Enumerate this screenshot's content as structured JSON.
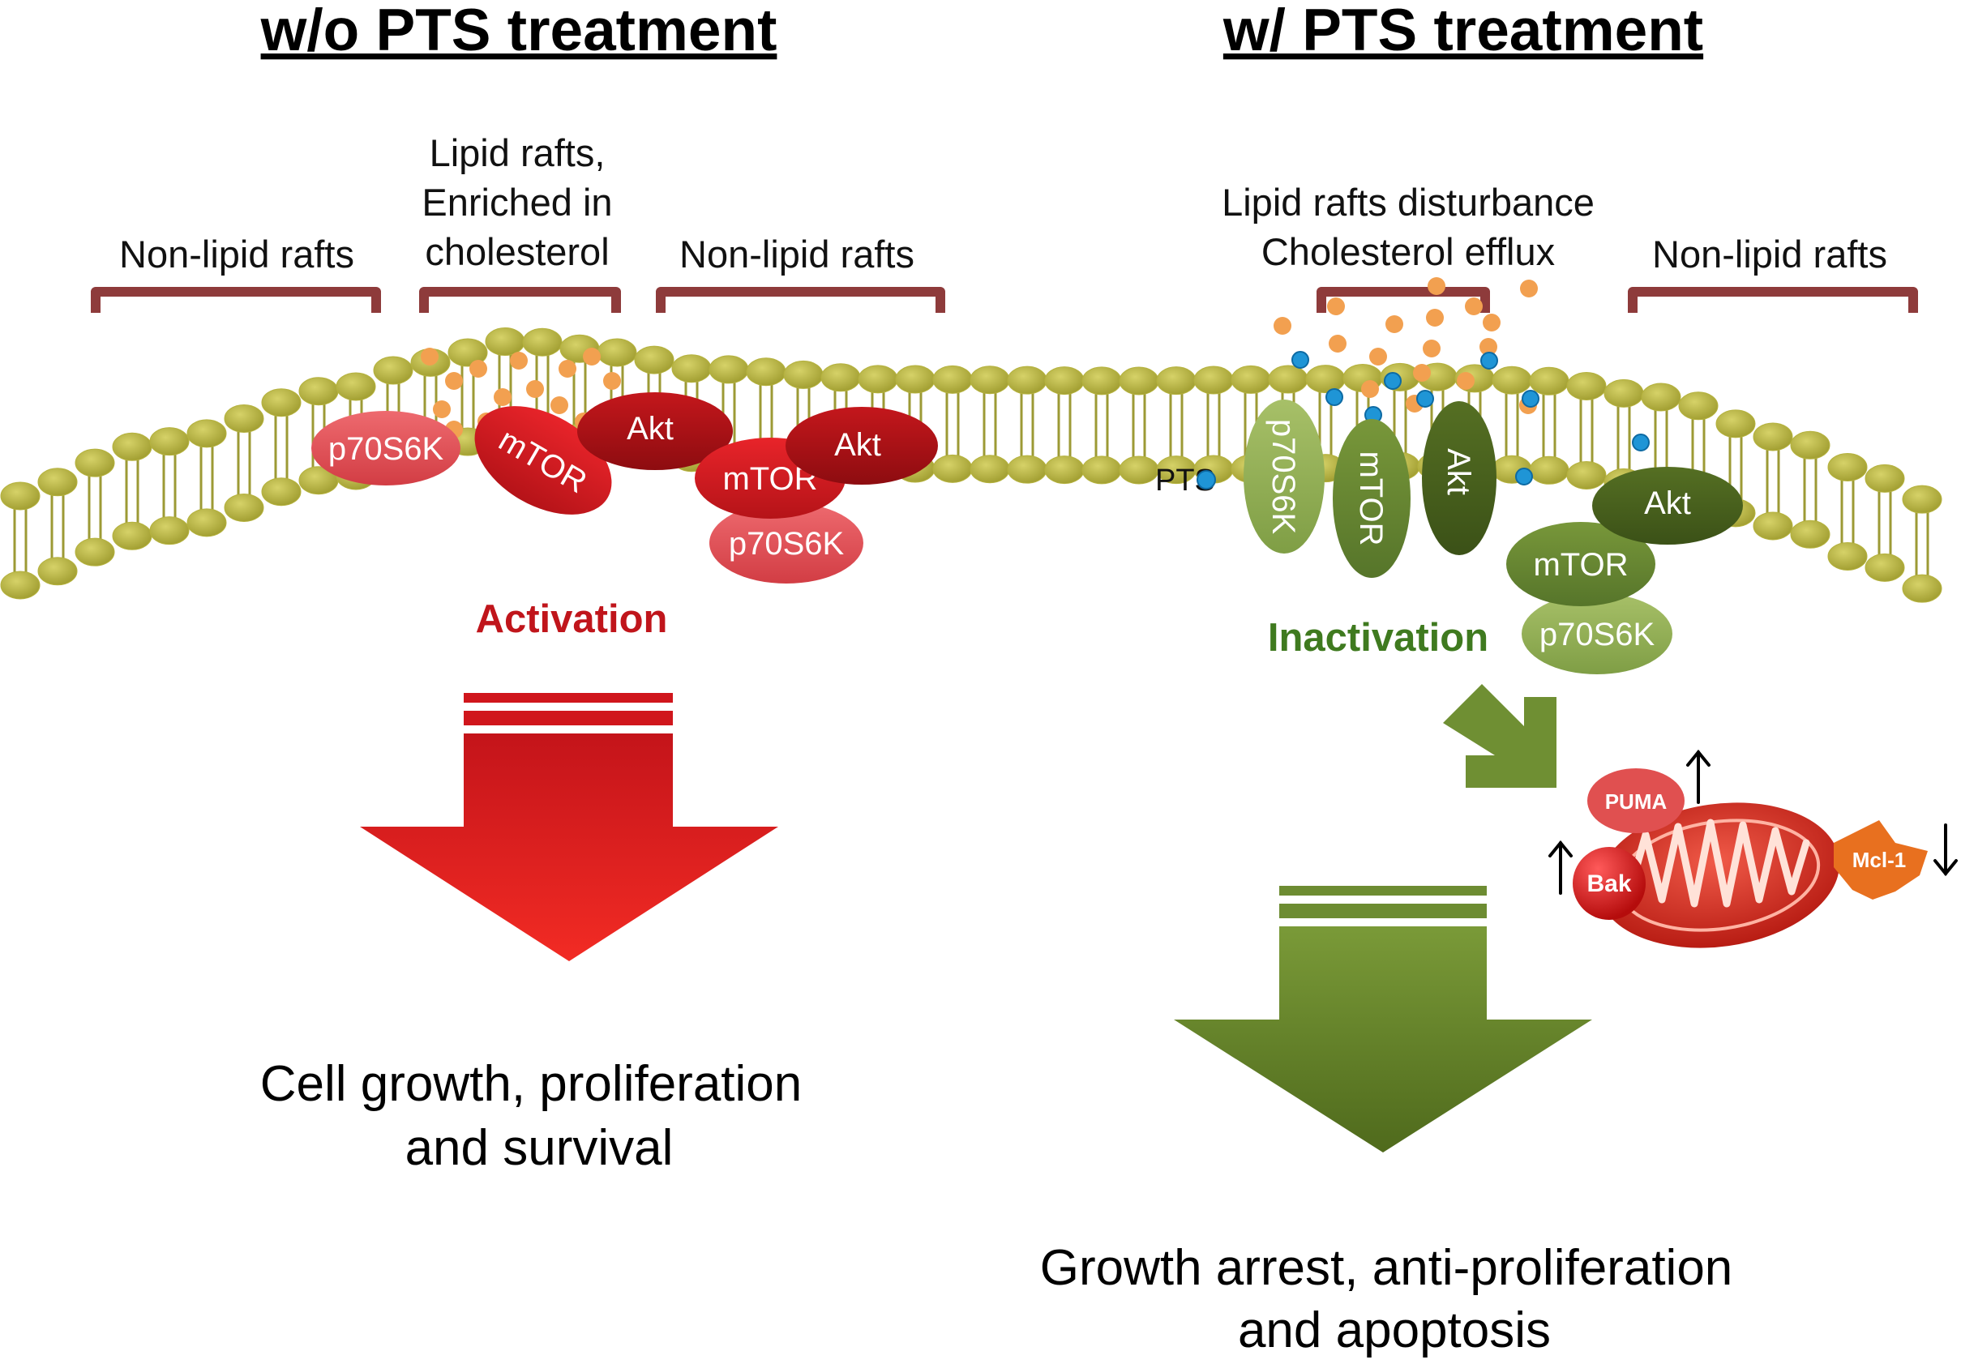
{
  "left": {
    "title": "w/o PTS treatment",
    "region_non_lipid_1": "Non-lipid rafts",
    "region_lipid_line1": "Lipid rafts,",
    "region_lipid_line2": "Enriched in",
    "region_lipid_line3": "cholesterol",
    "region_non_lipid_2": "Non-lipid rafts",
    "protein_p70s6k": "p70S6K",
    "protein_mtor": "mTOR",
    "protein_akt": "Akt",
    "complex_akt": "Akt",
    "complex_mtor": "mTOR",
    "complex_p70s6k": "p70S6K",
    "status": "Activation",
    "outcome_line1": "Cell growth, proliferation",
    "outcome_line2": "and survival"
  },
  "right": {
    "title": "w/ PTS treatment",
    "region_disturb_line1": "Lipid rafts disturbance",
    "region_disturb_line2": "Cholesterol efflux",
    "region_non_lipid": "Non-lipid rafts",
    "pts_label": "PTS",
    "protein_p70s6k": "p70S6K",
    "protein_mtor": "mTOR",
    "protein_akt": "Akt",
    "complex_akt": "Akt",
    "complex_mtor": "mTOR",
    "complex_p70s6k": "p70S6K",
    "status": "Inactivation",
    "puma": "PUMA",
    "bak": "Bak",
    "mcl1": "Mcl-1",
    "outcome_line1": "Growth arrest, anti-proliferation",
    "outcome_line2": "and apoptosis"
  },
  "colors": {
    "lipid_head": "#b5b23e",
    "bracket": "#8e3b3b",
    "cholesterol": "#f2a050",
    "pts_molecule": "#1f95d6",
    "active": "#d91a1a",
    "active_text": "#c0151b",
    "inactive": "#5b7a26",
    "inactive_text": "#3f7a1f"
  }
}
